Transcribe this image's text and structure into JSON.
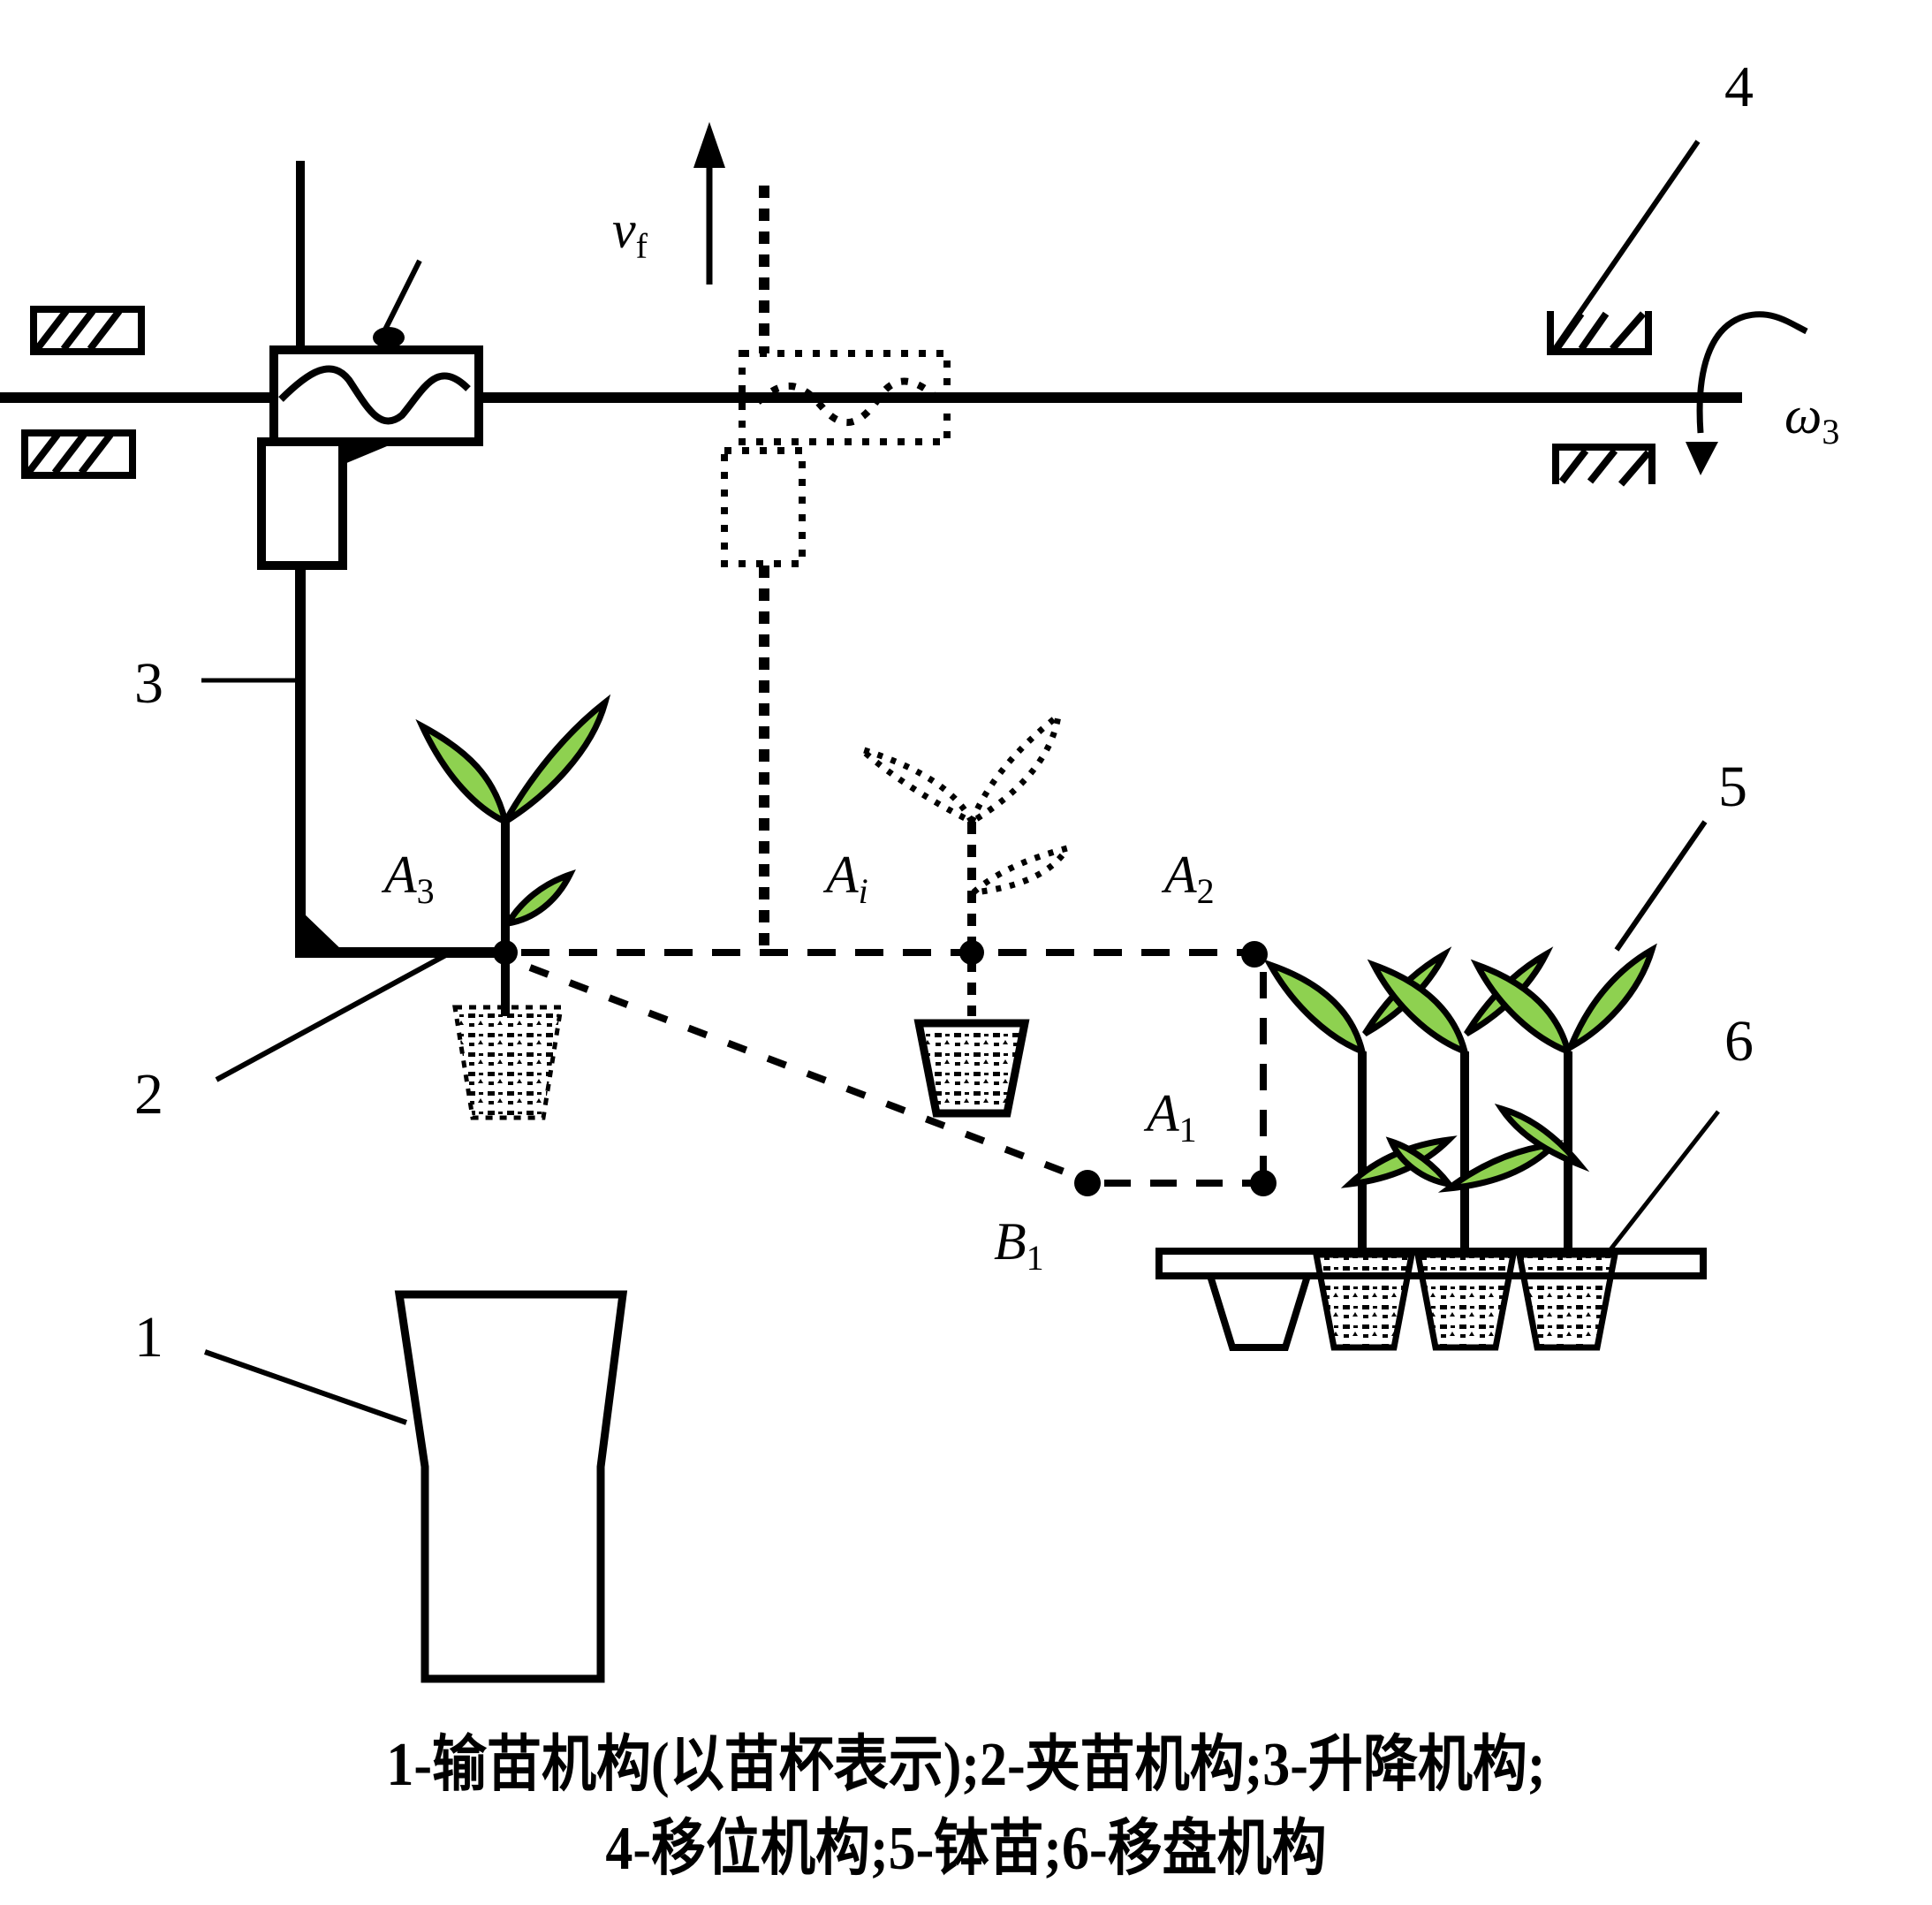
{
  "figure": {
    "part_labels": {
      "conveyor": "1",
      "gripper": "2",
      "lifting": "3",
      "shifting": "4",
      "seedling": "5",
      "tray_mover": "6"
    },
    "point_labels": {
      "A3": {
        "main": "A",
        "sub": "3"
      },
      "Ai": {
        "main": "A",
        "sub": "i"
      },
      "A2": {
        "main": "A",
        "sub": "2"
      },
      "A1": {
        "main": "A",
        "sub": "1"
      },
      "B1": {
        "main": "B",
        "sub": "1"
      }
    },
    "velocity_label": {
      "main": "v",
      "sub": "f"
    },
    "angular_velocity_label": {
      "main": "ω",
      "sub": "3"
    },
    "colors": {
      "line": "#000000",
      "leaf": "#8ed150",
      "background": "#ffffff"
    }
  },
  "caption": {
    "line1": "1-输苗机构(以苗杯表示);2-夹苗机构;3-升降机构;",
    "line2": "4-移位机构;5-钵苗;6-移盘机构"
  }
}
